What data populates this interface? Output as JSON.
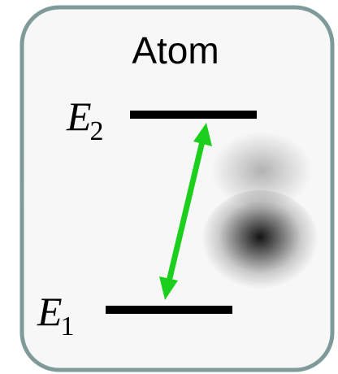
{
  "title": "Atom",
  "levels": [
    {
      "symbol": "E",
      "subscript": "2"
    },
    {
      "symbol": "E",
      "subscript": "1"
    }
  ],
  "colors": {
    "frame_stroke": "#7f9a9a",
    "frame_fill": "#f7f7f7",
    "level_line": "#000000",
    "transition_arrow": "#1ccf1c",
    "orbital_cloud": "#000000"
  },
  "icons": {
    "transition": "double-headed-arrow",
    "orbitals": "electron-cloud-blobs"
  }
}
